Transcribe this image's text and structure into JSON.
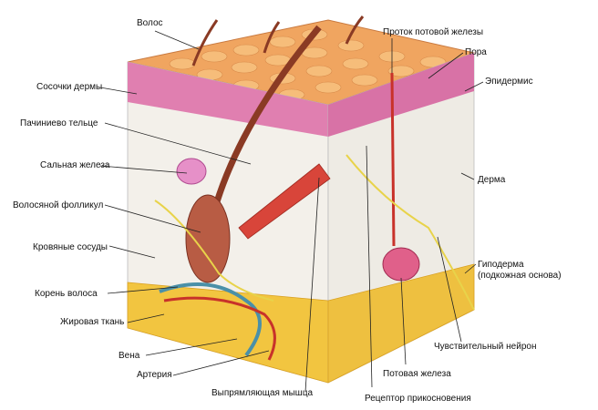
{
  "labels": {
    "hair": "Волос",
    "sweat_duct": "Проток потовой железы",
    "pore": "Пора",
    "dermal_papillae": "Сосочки дермы",
    "epidermis": "Эпидермис",
    "pacinian": "Пачиниево тельце",
    "sebaceous": "Сальная железа",
    "dermis": "Дерма",
    "follicle": "Волосяной фолликул",
    "blood_vessels": "Кровяные сосуды",
    "hypodermis_line1": "Гиподерма",
    "hypodermis_line2": "(подкожная основа)",
    "hair_root": "Корень волоса",
    "fat": "Жировая ткань",
    "vein": "Вена",
    "sensory_neuron": "Чувствительный нейрон",
    "artery": "Артерия",
    "sweat_gland": "Потовая железа",
    "erector": "Выпрямляющая мышца",
    "touch_receptor": "Рецептор прикосновения"
  },
  "colors": {
    "epidermis_top": "#f0a560",
    "epidermis_pink": "#e07fb0",
    "dermis": "#f3f0ea",
    "hypodermis": "#f2c540",
    "hair": "#8a3a24",
    "muscle": "#d8453a",
    "nerve": "#e8d34a",
    "vein": "#4a90a8",
    "artery": "#c8322a"
  }
}
